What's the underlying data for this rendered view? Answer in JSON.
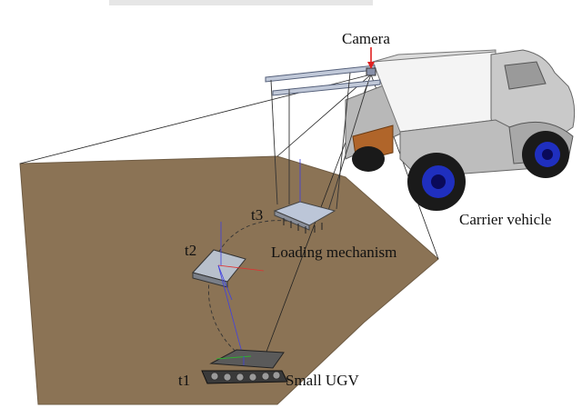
{
  "labels": {
    "camera": "Camera",
    "carrier_vehicle": "Carrier vehicle",
    "loading_mechanism": "Loading mechanism",
    "small_ugv": "Small UGV",
    "t1": "t1",
    "t2": "t2",
    "t3": "t3"
  },
  "colors": {
    "ground": "#8b7355",
    "vehicle_body": "#c9c9c9",
    "vehicle_dark": "#8e8e8e",
    "tire": "#1a1a1a",
    "rim": "#1f2fbf",
    "cargo_floor": "#b0652a",
    "ugv": "#5a5a5a",
    "arrow": "#e02020",
    "axis_x": "#e03030",
    "axis_y": "#30b030",
    "axis_z": "#4040e0"
  },
  "icons": {
    "camera": "camera-icon",
    "vehicle": "truck-icon",
    "ugv": "tracked-robot-icon"
  }
}
